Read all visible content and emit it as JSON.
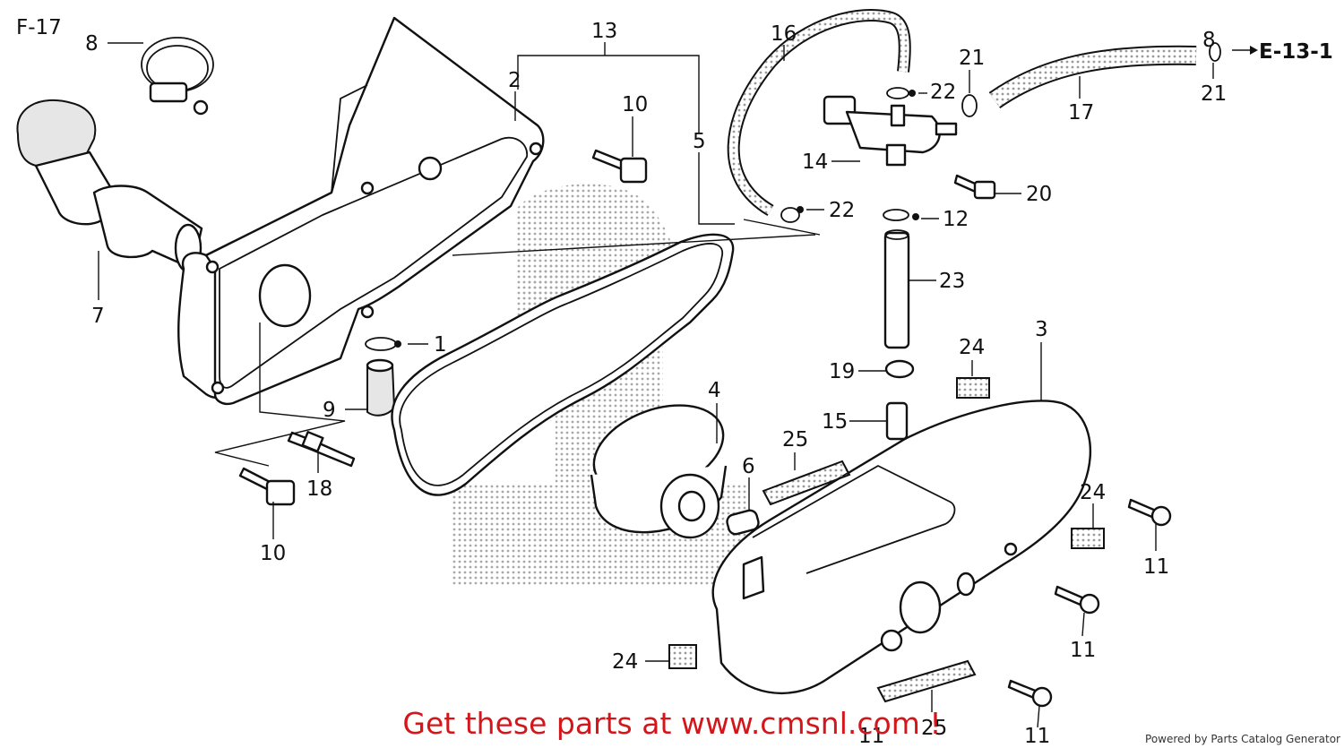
{
  "diagram": {
    "page_code": "F-17",
    "reference": "E-13-1",
    "callouts": {
      "n1": "1",
      "n2": "2",
      "n3": "3",
      "n4": "4",
      "n5": "5",
      "n6": "6",
      "n7": "7",
      "n8": "8",
      "n9": "9",
      "n10": "10",
      "n11": "11",
      "n12": "12",
      "n13": "13",
      "n14": "14",
      "n15": "15",
      "n16": "16",
      "n17": "17",
      "n18": "18",
      "n19": "19",
      "n20": "20",
      "n21": "21",
      "n22": "22",
      "n23": "23",
      "n24": "24",
      "n25": "25"
    }
  },
  "footer": {
    "promo": "Get these parts at www.cmsnl.com !",
    "credit": "Powered by Parts Catalog Generator"
  },
  "colors": {
    "promo": "#d4161b",
    "ink": "#111111"
  }
}
